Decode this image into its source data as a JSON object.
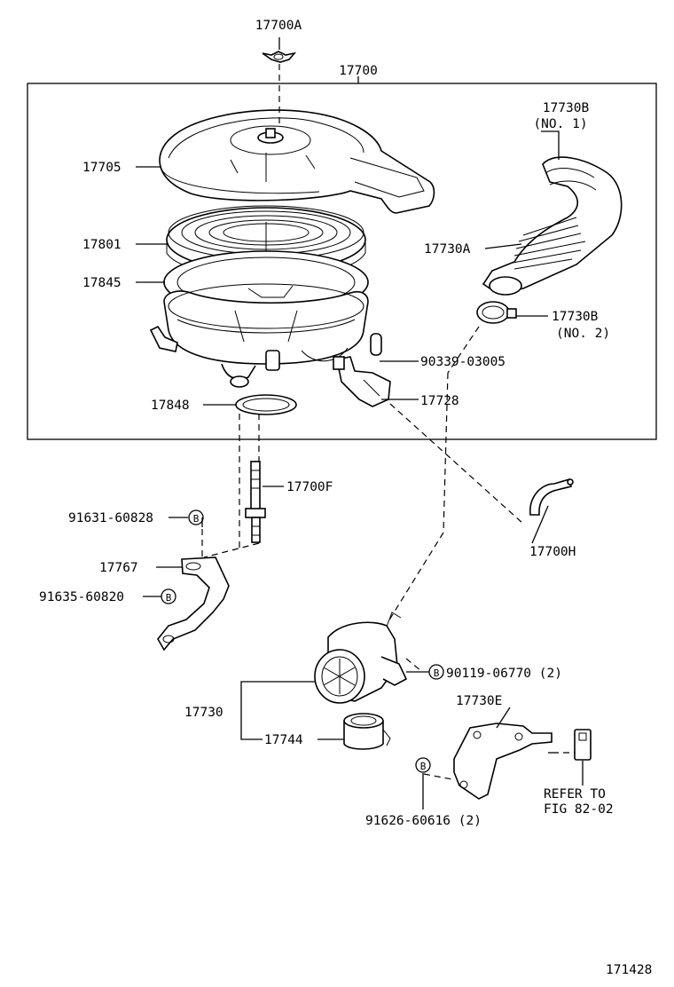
{
  "figure_number": "171428",
  "assembly_label": "17700",
  "parts": {
    "wing_nut": "17700A",
    "cover": "17705",
    "element": "17801",
    "case_gasket": "17845",
    "case_gasket_lower": "17848",
    "stud": "17700F",
    "hose_no1_number": "17730B",
    "hose_no1_note": "(NO. 1)",
    "inlet_hose": "17730A",
    "hose_no2_number": "17730B",
    "hose_no2_note": "(NO. 2)",
    "plug": "90339-03005",
    "sensor": "17728",
    "vacuum_hose": "17700H",
    "bolt_1": "91631-60828",
    "bracket": "17767",
    "bolt_2": "91635-60820",
    "valve_assy": "17730",
    "valve_gasket": "17744",
    "bolt_3": "90119-06770 (2)",
    "valve_bracket": "17730E",
    "bolt_4": "91626-60616 (2)",
    "refer_line1": "REFER TO",
    "refer_line2": "FIG 82-02",
    "badge_letter": "B"
  }
}
